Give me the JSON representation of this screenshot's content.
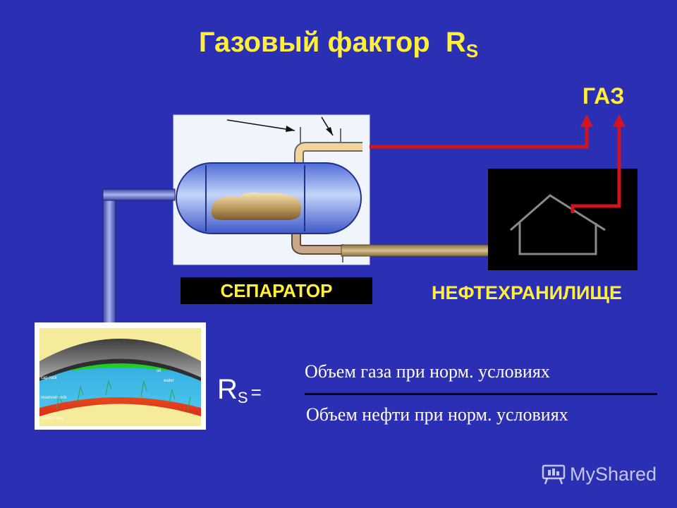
{
  "title": {
    "text": "Газовый фактор",
    "symbol": "R",
    "subscript": "S"
  },
  "labels": {
    "gas": "ГАЗ",
    "separator": "СЕПАРАТОР",
    "storage": "НЕФТЕХРАНИЛИЩЕ"
  },
  "formula": {
    "symbol": "R",
    "subscript": "S",
    "equals": "=",
    "numerator": "Объем газа при норм. условиях",
    "denominator": "Объем нефти при норм. условиях"
  },
  "reservoir_labels": [
    "cap rock",
    "reservoir rock",
    "source rock",
    "oil",
    "water"
  ],
  "watermark": {
    "text": "MyShared",
    "icon": "projector-icon"
  },
  "colors": {
    "background": "#2b2fb4",
    "label": "#ffef3a",
    "gas_line": "#d4141c",
    "oil_line": "#b8a062",
    "riser_pipe": "#6a74c8"
  }
}
